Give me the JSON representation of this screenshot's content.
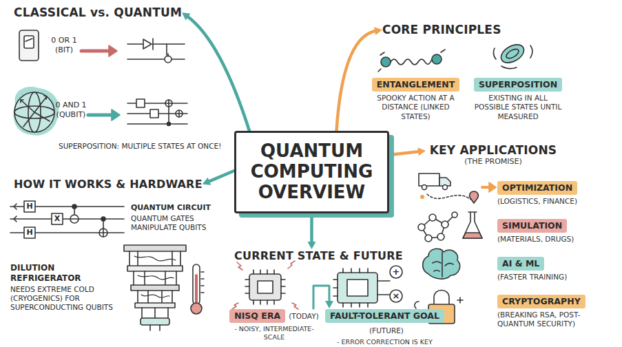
{
  "diagram": {
    "nodes": [
      {
        "text": [
          "QUANTUM COMPUTING OVERVIEW"
        ]
      },
      {
        "text": [
          "CLASSICAL vs. QUANTUM"
        ]
      },
      {
        "text": [
          "CORE PRINCIPLES"
        ]
      },
      {
        "text": [
          "ENTANGLEMENT",
          "SPOOKY ACTION AT A DISTANCE (LINKED STATES)"
        ]
      },
      {
        "text": [
          "SUPERPOSITION",
          "EXISTING IN ALL POSSIBLE STATES UNTIL MEASURED"
        ]
      },
      {
        "text": [
          "KEY APPLICATIONS",
          "(THE PROMISE)"
        ]
      },
      {
        "text": [
          "OPTIMIZATION",
          "(LOGISTICS, FINANCE)"
        ]
      },
      {
        "text": [
          "SIMULATION",
          "(MATERIALS, DRUGS)"
        ]
      },
      {
        "text": [
          "AI & ML",
          "(FASTER TRAINING)"
        ]
      },
      {
        "text": [
          "CRYPTOGRAPHY",
          "(BREAKING RSA, POST-QUANTUM SECURITY)"
        ]
      },
      {
        "text": [
          "HOW IT WORKS & HARDWARE"
        ]
      },
      {
        "text": [
          "CURRENT STATE & FUTURE"
        ]
      },
      {
        "text": [
          "NISQ ERA",
          "(TODAY)",
          "- NOISY, INTERMEDIATE-SCALE"
        ]
      },
      {
        "text": [
          "FAULT-TOLERANT GOAL",
          "(FUTURE)",
          "- ERROR CORRECTION IS KEY"
        ]
      }
    ],
    "edges": [
      {
        "from": 0,
        "to": 1,
        "arrow": "to"
      },
      {
        "from": 0,
        "to": 2,
        "arrow": "to"
      },
      {
        "from": 0,
        "to": 5,
        "arrow": "to"
      },
      {
        "from": 0,
        "to": 10,
        "arrow": "to"
      },
      {
        "from": 0,
        "to": 11,
        "arrow": "to"
      },
      {
        "from": 12,
        "to": 13,
        "arrow": "to"
      }
    ],
    "labels": [
      "0 OR 1 (BIT)",
      "0 AND 1 (QUBIT)",
      "SUPERPOSITION: MULTIPLE STATES AT ONCE!",
      "QUANTUM CIRCUIT",
      "QUANTUM GATES MANIPULATE QUBITS",
      "H",
      "X",
      "H",
      "DILUTION REFRIGERATOR",
      "NEEDS EXTREME COLD (CRYOGENICS) FOR SUPERCONDUCTING QUBITS",
      "+",
      "×"
    ]
  }
}
